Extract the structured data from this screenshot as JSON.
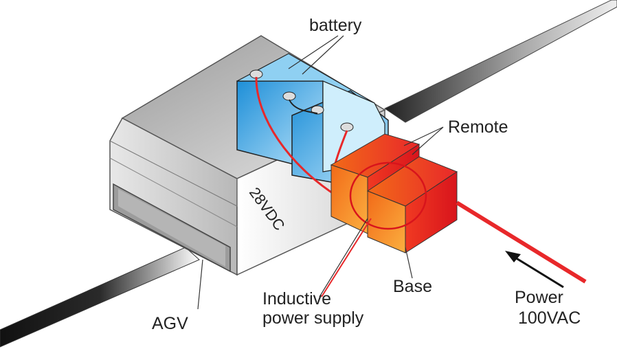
{
  "labels": {
    "battery": "battery",
    "remote": "Remote",
    "voltage": "28VDC",
    "agv": "AGV",
    "inductive_line1": "Inductive",
    "inductive_line2": "power supply",
    "base": "Base",
    "power_line1": "Power",
    "power_line2": "100VAC"
  },
  "colors": {
    "battery_blue": "#3aa6e0",
    "coil_red": "#e8282a",
    "base_orange": "#f07a1a",
    "agv_gray": "#c8c8c8",
    "rail_black": "#1a1a1a"
  }
}
